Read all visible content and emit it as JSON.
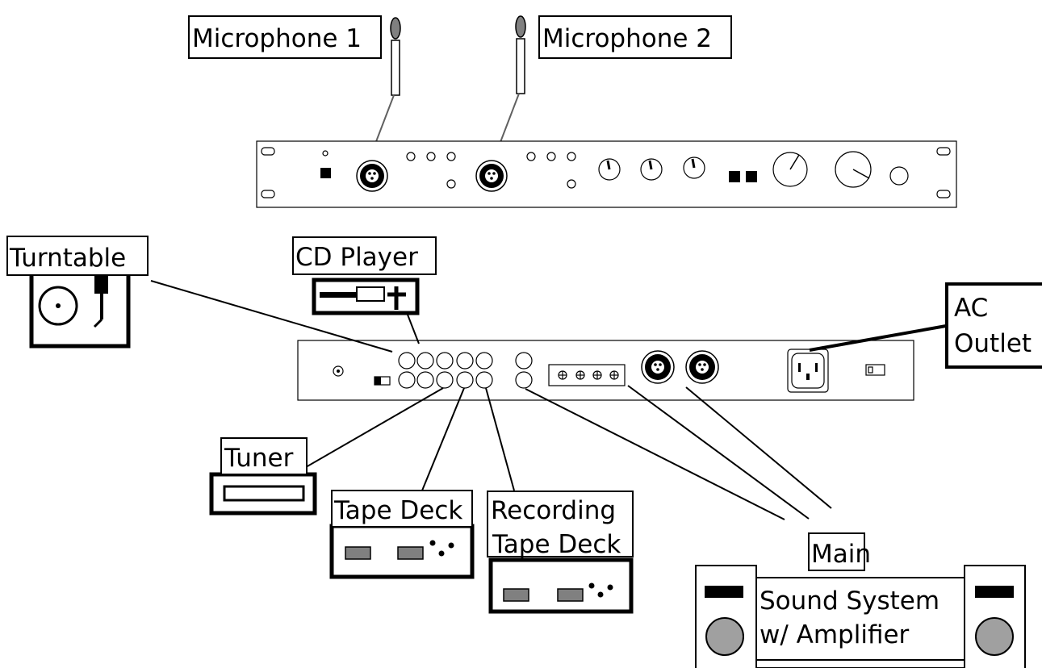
{
  "labels": {
    "mic1": "Microphone 1",
    "mic2": "Microphone 2",
    "turntable": "Turntable",
    "cd_player": "CD Player",
    "ac_outlet_line1": "AC",
    "ac_outlet_line2": "Outlet",
    "tuner": "Tuner",
    "tape_deck": "Tape Deck",
    "recording_line1": "Recording",
    "recording_line2": "Tape Deck",
    "main": "Main",
    "sound_line1": "Sound System",
    "sound_line2": "w/ Amplifier"
  },
  "colors": {
    "line": "#000000",
    "mic_head": "#808080",
    "button_fill": "#808080",
    "speaker_cone": "#a0a0a0",
    "background": "#ffffff"
  }
}
